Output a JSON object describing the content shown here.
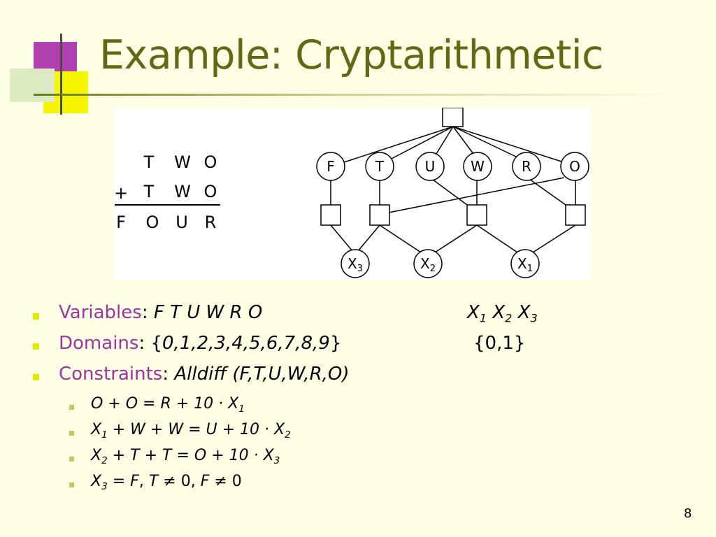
{
  "slide": {
    "title": "Example: Cryptarithmetic",
    "page_number": "8"
  },
  "puzzle": {
    "row1": [
      "T",
      "W",
      "O"
    ],
    "plus": "+",
    "row2": [
      "T",
      "W",
      "O"
    ],
    "result": [
      "F",
      "O",
      "U",
      "R"
    ]
  },
  "graph": {
    "variable_nodes": [
      "F",
      "T",
      "U",
      "W",
      "R",
      "O"
    ],
    "carry_nodes": [
      {
        "base": "X",
        "sub": "3"
      },
      {
        "base": "X",
        "sub": "2"
      },
      {
        "base": "X",
        "sub": "1"
      }
    ]
  },
  "bullets": {
    "variables": {
      "label": "Variables",
      "sep": ": ",
      "value": "F T U W R O"
    },
    "domains": {
      "label": "Domains",
      "sep": ": ",
      "open": "{",
      "value": "0,1,2,3,4,5,6,7,8,9",
      "close": "}"
    },
    "constraints": {
      "label": "Constraints",
      "sep": ": ",
      "value": "Alldiff (F,T,U,W,R,O)"
    },
    "carry_vars": [
      {
        "base": "X",
        "sub": "1"
      },
      {
        "base": "X",
        "sub": "2"
      },
      {
        "base": "X",
        "sub": "3"
      }
    ],
    "carry_domain": "{0,1}",
    "eq1": {
      "a": "O + O = R + 10 · X",
      "a_sub": "1"
    },
    "eq2": {
      "x": "X",
      "x_sub": "1",
      "b": " + W + W = U + 10 · X",
      "b_sub": "2"
    },
    "eq3": {
      "x": "X",
      "x_sub": "2",
      "b": " + T + T = O + 10 · X",
      "b_sub": "3"
    },
    "eq4": {
      "x": "X",
      "x_sub": "3",
      "p1": " = ",
      "f": "F",
      "p2": ", ",
      "t": "T",
      "p3": " ≠ 0, ",
      "f2": "F",
      "p4": " ≠ 0"
    }
  },
  "colors": {
    "background": "#FFFFE5",
    "title": "#5E6A14",
    "label": "#A033A0",
    "bullet_main": "#E4E800",
    "bullet_sub": "#B9CC62"
  }
}
